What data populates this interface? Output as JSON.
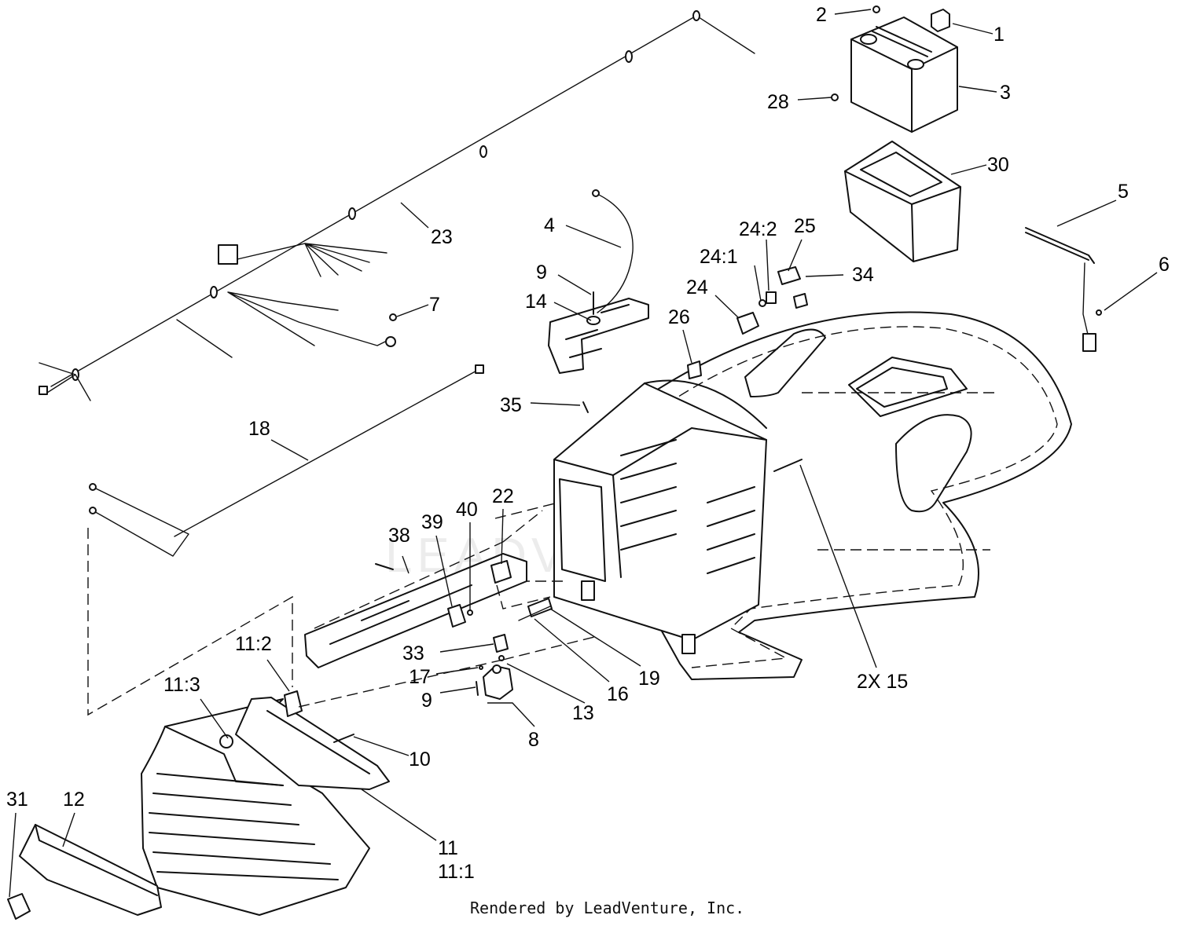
{
  "callouts": {
    "c1": "1",
    "c2": "2",
    "c3": "3",
    "c4": "4",
    "c5": "5",
    "c6": "6",
    "c7": "7",
    "c8": "8",
    "c9a": "9",
    "c9b": "9",
    "c10": "10",
    "c11": "11",
    "c11_1": "11:1",
    "c11_2": "11:2",
    "c11_3": "11:3",
    "c12": "12",
    "c13": "13",
    "c14": "14",
    "c2x15": "2X 15",
    "c16": "16",
    "c17": "17",
    "c18": "18",
    "c19": "19",
    "c22": "22",
    "c23": "23",
    "c24": "24",
    "c24_1": "24:1",
    "c24_2": "24:2",
    "c25": "25",
    "c26": "26",
    "c28": "28",
    "c30": "30",
    "c31": "31",
    "c33": "33",
    "c34": "34",
    "c35": "35",
    "c38": "38",
    "c39": "39",
    "c40": "40"
  },
  "footer": {
    "credit": "Rendered by LeadVenture, Inc."
  },
  "watermark": {
    "text": "LEADVENTURE"
  }
}
